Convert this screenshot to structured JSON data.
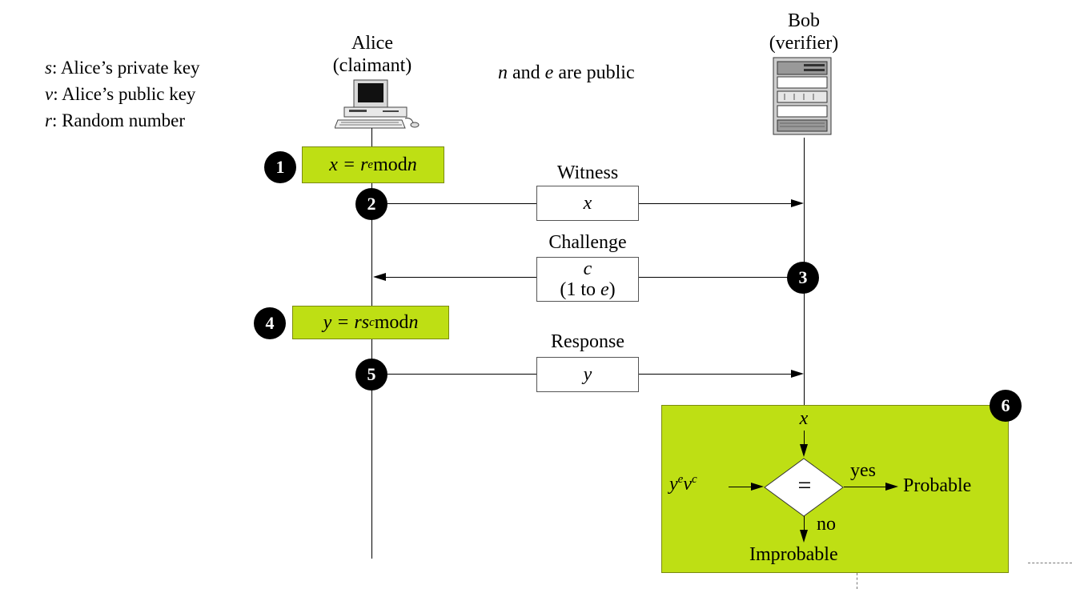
{
  "legend": [
    {
      "symbol": "s",
      "text": ": Alice’s private key"
    },
    {
      "symbol": "v",
      "text": ": Alice’s public key"
    },
    {
      "symbol": "r",
      "text": ": Random number"
    }
  ],
  "public_note": {
    "n": "n",
    "and": " and ",
    "e": "e",
    "rest": " are public"
  },
  "alice": {
    "name": "Alice",
    "role": "(claimant)"
  },
  "bob": {
    "name": "Bob",
    "role": "(verifier)"
  },
  "steps": {
    "s1": "1",
    "s2": "2",
    "s3": "3",
    "s4": "4",
    "s5": "5",
    "s6": "6"
  },
  "step1": {
    "lhs": "x = r",
    "exp": "e",
    "mod": " mod ",
    "n": "n"
  },
  "step4": {
    "lhs": "y = rs",
    "exp": "c",
    "mod": " mod ",
    "n": "n"
  },
  "witness": {
    "label": "Witness",
    "value": "x"
  },
  "challenge": {
    "label": "Challenge",
    "value": "c",
    "range_pre": "(1 to ",
    "range_e": "e",
    "range_post": ")"
  },
  "response": {
    "label": "Response",
    "value": "y"
  },
  "verify": {
    "input_top": "x",
    "input_left_base1": "y",
    "input_left_exp1": "e",
    "input_left_base2": "v",
    "input_left_exp2": "c",
    "compare": "=",
    "yes": "yes",
    "no": "no",
    "yes_result": "Probable",
    "no_result": "Improbable"
  },
  "colors": {
    "accent_green": "#bedf14",
    "badge": "#000000"
  },
  "icons": {
    "alice": "desktop-computer-icon",
    "bob": "server-tower-icon"
  }
}
